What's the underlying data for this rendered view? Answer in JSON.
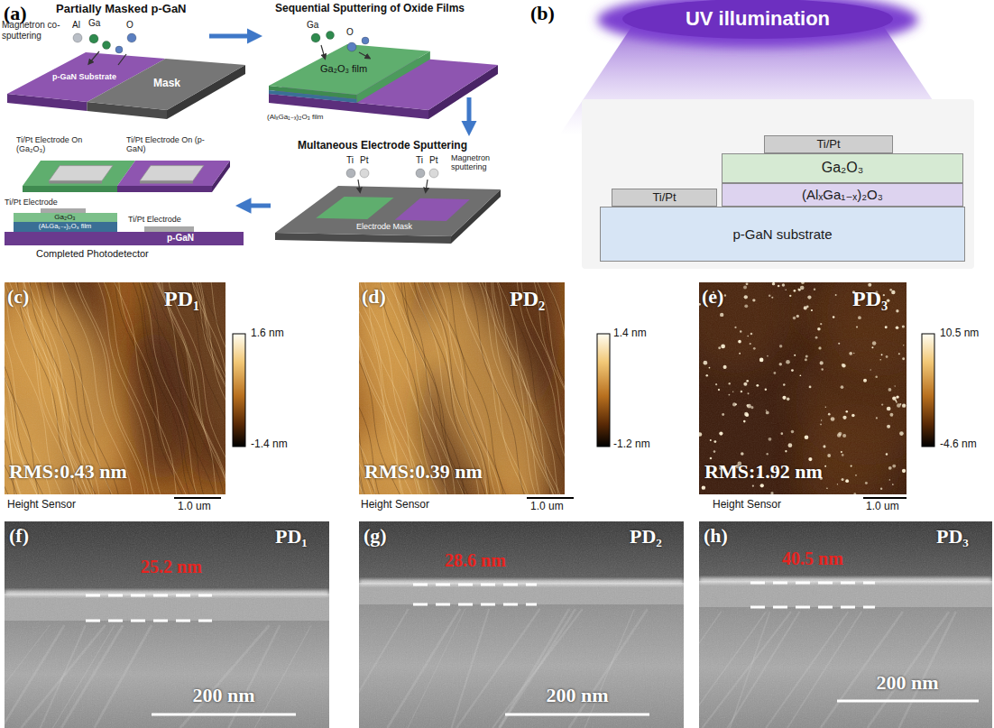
{
  "diagram": {
    "nodes": [
      {
        "text": [
          "Ti/Pt"
        ]
      },
      {
        "text": [
          "Ga₂O₃"
        ]
      },
      {
        "text": [
          "Ti/Pt"
        ]
      },
      {
        "text": [
          "(AlₓGa₁₋ₓ)₂O₃"
        ]
      },
      {
        "text": [
          "p-GaN substrate"
        ]
      }
    ],
    "labels": [
      "(a)",
      "Partially Masked p-GaN",
      "Magnetron co-sputtering",
      "Al",
      "Ga",
      "O",
      "p-GaN Substrate",
      "Mask",
      "Sequential Sputtering of Oxide Films",
      "Ga",
      "O",
      "Ga₂O₃ film",
      "(AlₓGa₁₋ₓ)₂O₃ film",
      "Multaneous Electrode Sputtering",
      "Ti",
      "Pt",
      "Ti",
      "Pt",
      "Magnetron sputtering",
      "Electrode Mask",
      "Ti/Pt Electrode On (Ga₂O₃)",
      "Ti/Pt Electrode On (p-GaN)",
      "Ti/Pt Electrode",
      "Ga₂O₃",
      "Ti/Pt Electrode",
      "(AlₓGa₁₋ₓ)₂O₃ film",
      "p-GaN",
      "Completed Photodetector",
      "(b)",
      "UV illumination",
      "(c)",
      "PD₁",
      "1.6 nm",
      "-1.4 nm",
      "RMS:0.43 nm",
      "Height Sensor",
      "1.0 um",
      "(d)",
      "PD₂",
      "1.4 nm",
      "-1.2 nm",
      "RMS:0.39 nm",
      "Height Sensor",
      "1.0 um",
      "(e)",
      "PD₃",
      "10.5 nm",
      "-4.6 nm",
      "RMS:1.92 nm",
      "Height Sensor",
      "1.0 um",
      "(f)",
      "PD₁",
      "25.2 nm",
      "200 nm",
      "(g)",
      "PD₂",
      "28.6 nm",
      "200 nm",
      "(h)",
      "PD₃",
      "40.5 nm",
      "200 nm"
    ]
  }
}
